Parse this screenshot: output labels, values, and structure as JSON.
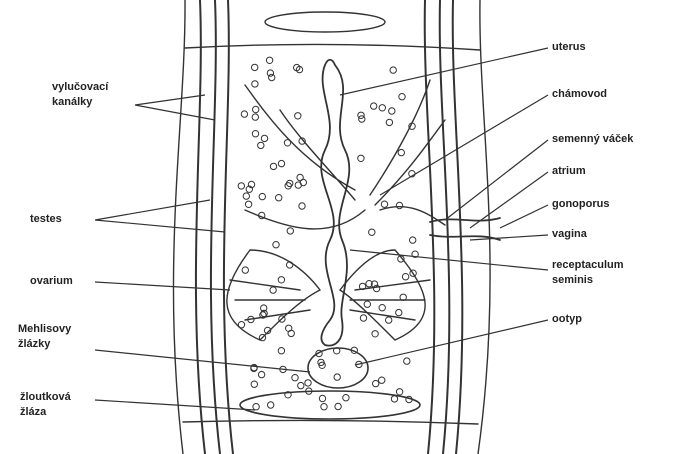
{
  "labels": {
    "vylucovaci_kanalky": [
      "vylučovací",
      "kanálky"
    ],
    "testes": "testes",
    "ovarium": "ovarium",
    "mehlisovy_zlazky": [
      "Mehlisovy",
      "žlázky"
    ],
    "zloutkova_zlaza": [
      "žloutková",
      "žláza"
    ],
    "uterus": "uterus",
    "chamovod": "chámovod",
    "semenny_vacek": "semenný váček",
    "atrium": "atrium",
    "gonoporus": "gonoporus",
    "vagina": "vagina",
    "receptaculum_seminis": [
      "receptaculum",
      "seminis"
    ],
    "ootyp": "ootyp"
  },
  "colors": {
    "ink": "#333333",
    "background": "#ffffff"
  }
}
